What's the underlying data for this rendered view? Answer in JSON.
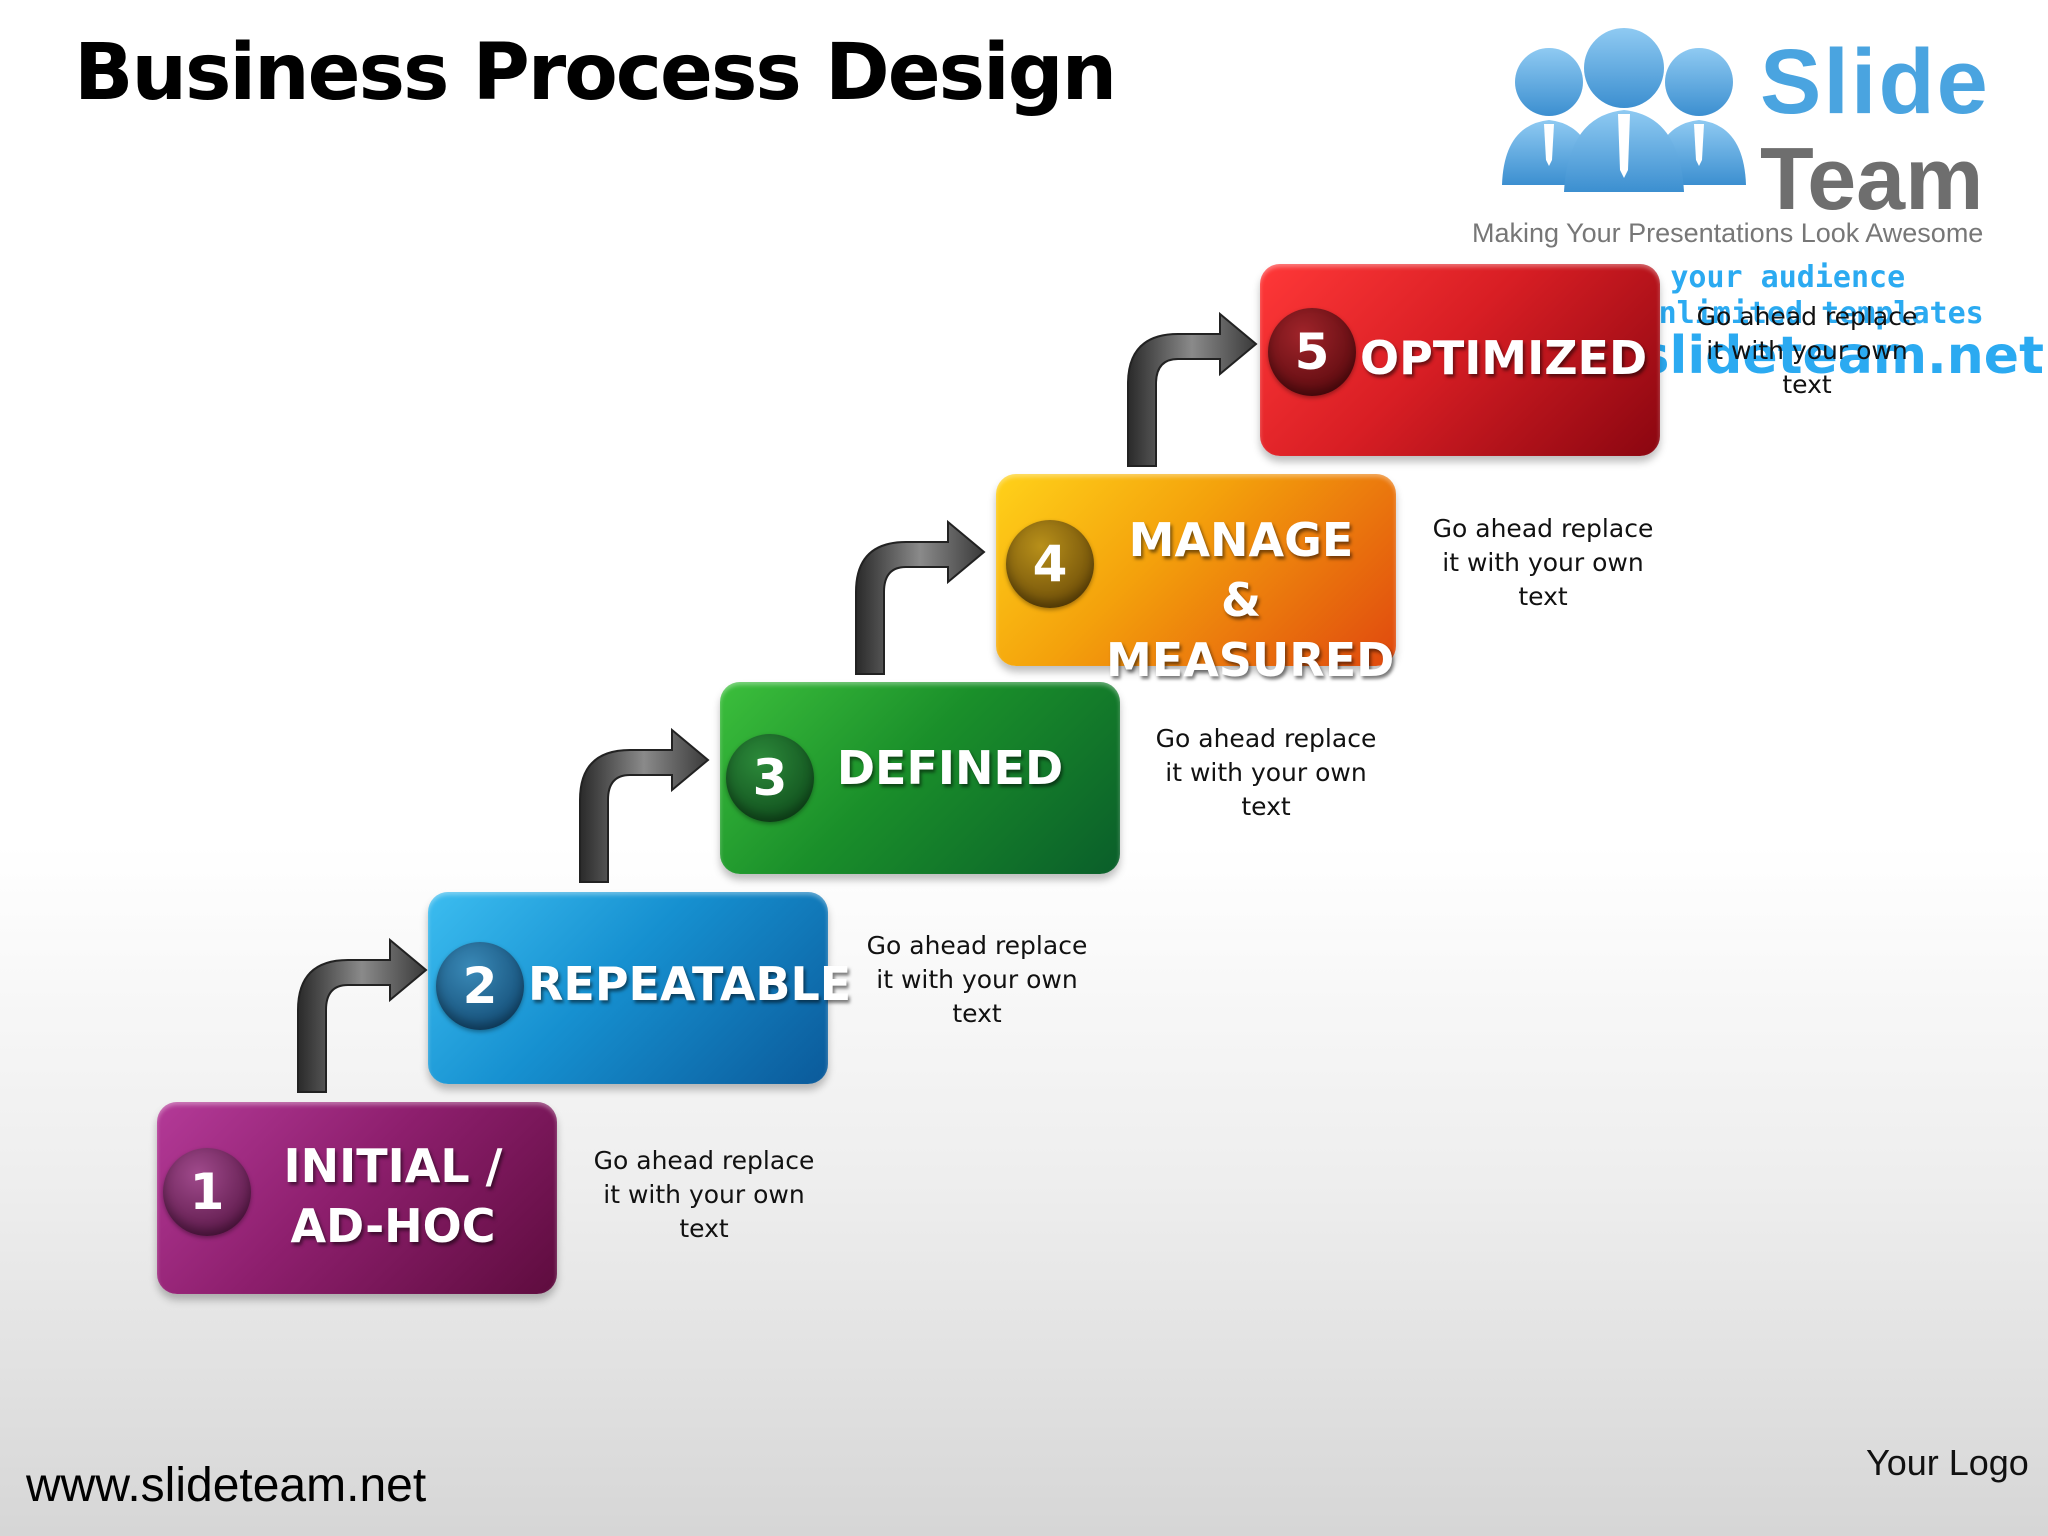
{
  "title": "Business Process Design",
  "footer": {
    "url": "www.slideteam.net",
    "logo_text": "Your Logo"
  },
  "logo": {
    "brand_line1": "Slide",
    "brand_line2": "Team",
    "tagline": "Making Your Presentations Look Awesome",
    "watermark_line1": "Amaze your audience",
    "watermark_line2": "Download unlimited templates",
    "watermark_line3": "www.slideteam.net",
    "colors": {
      "slide": "#4aa4e0",
      "team": "#6e6e6e",
      "watermark": "#1aa3f0"
    }
  },
  "steps": [
    {
      "number": "1",
      "label_line1": "INITIAL /",
      "label_line2": "AD-HOC",
      "description": "Go ahead replace it with your own text",
      "color": "#8e1f6e"
    },
    {
      "number": "2",
      "label_line1": "REPEATABLE",
      "label_line2": "",
      "description": "Go ahead replace it with your own text",
      "color": "#1690d0"
    },
    {
      "number": "3",
      "label_line1": "DEFINED",
      "label_line2": "",
      "description": "Go ahead replace it with your own text",
      "color": "#1a8f2a"
    },
    {
      "number": "4",
      "label_line1": "MANAGE &",
      "label_line2": "MEASURED",
      "description": "Go ahead replace it with your own text",
      "color": "#ee8a0a"
    },
    {
      "number": "5",
      "label_line1": "OPTIMIZED",
      "label_line2": "",
      "description": "Go ahead replace it with your own text",
      "color": "#d81e24"
    }
  ]
}
